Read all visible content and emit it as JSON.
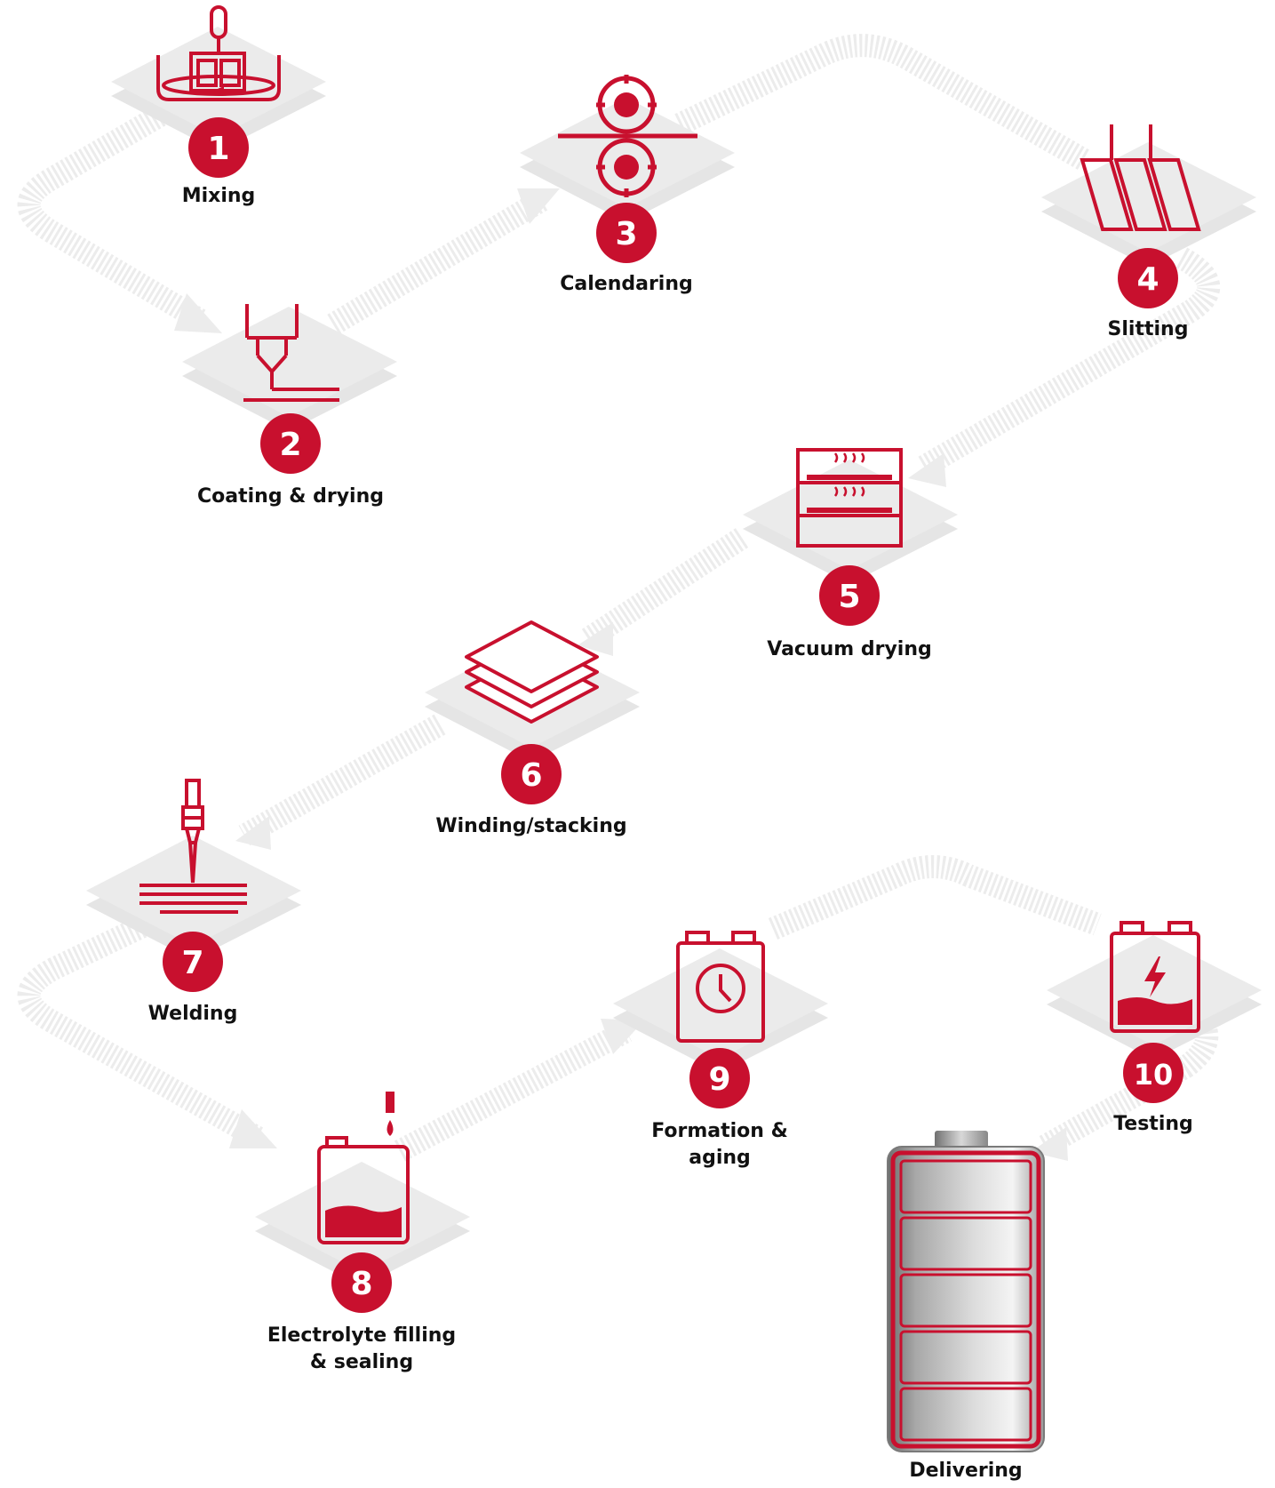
{
  "diagram": {
    "accent_color": "#c8102e",
    "platform_color": "#e2e2e2",
    "connector_color": "#ececec",
    "steps": [
      {
        "number": "1",
        "label": "Mixing",
        "icon": "mixer-icon"
      },
      {
        "number": "2",
        "label": "Coating & drying",
        "icon": "coating-nozzle-icon"
      },
      {
        "number": "3",
        "label": "Calendaring",
        "icon": "calender-rollers-icon"
      },
      {
        "number": "4",
        "label": "Slitting",
        "icon": "slitting-blades-icon"
      },
      {
        "number": "5",
        "label": "Vacuum drying",
        "icon": "vacuum-oven-icon"
      },
      {
        "number": "6",
        "label": "Winding/stacking",
        "icon": "stacked-layers-icon"
      },
      {
        "number": "7",
        "label": "Welding",
        "icon": "welding-torch-icon"
      },
      {
        "number": "8",
        "label": "Electrolyte filling\n& sealing",
        "icon": "electrolyte-filling-icon"
      },
      {
        "number": "9",
        "label": "Formation &\naging",
        "icon": "cell-clock-icon"
      },
      {
        "number": "10",
        "label": "Testing",
        "icon": "battery-charge-icon"
      }
    ],
    "final": {
      "label": "Delivering",
      "icon": "battery-icon"
    }
  }
}
